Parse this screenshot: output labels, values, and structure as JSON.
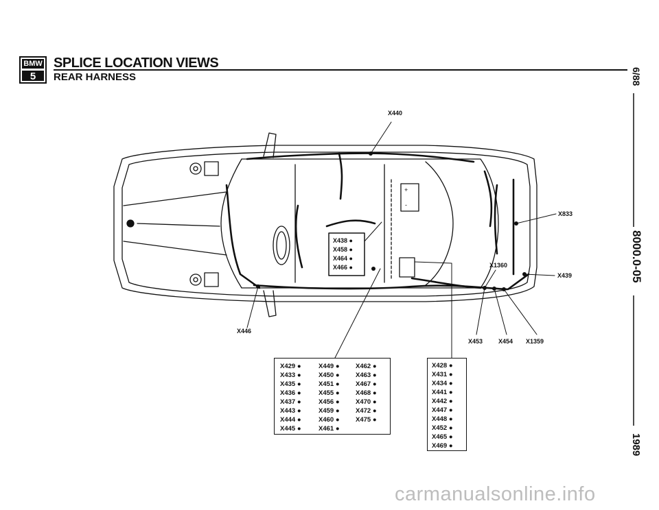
{
  "header": {
    "logo_top": "BMW",
    "logo_bottom": "5",
    "title": "SPLICE LOCATION VIEWS",
    "subtitle": "REAR HARNESS"
  },
  "side": {
    "issue": "6/88",
    "section": "8000.0-05",
    "year": "1989"
  },
  "diagram_labels": {
    "x440": "X440",
    "x833": "X833",
    "x439": "X439",
    "x1360": "X1360",
    "x446": "X446",
    "x453": "X453",
    "x454": "X454",
    "x1359": "X1359"
  },
  "inset_box": [
    "X438 ●",
    "X458 ●",
    "X464 ●",
    "X466 ●"
  ],
  "left_box": {
    "columns": [
      [
        "X429 ●",
        "X433 ●",
        "X435 ●",
        "X436 ●",
        "X437 ●",
        "X443 ●",
        "X444 ●",
        "X445 ●"
      ],
      [
        "X449 ●",
        "X450 ●",
        "X451 ●",
        "X455 ●",
        "X456 ●",
        "X459 ●",
        "X460 ●",
        "X461 ●"
      ],
      [
        "X462 ●",
        "X463 ●",
        "X467 ●",
        "X468 ●",
        "X470 ●",
        "X472 ●",
        "X475 ●"
      ]
    ]
  },
  "right_box": [
    "X428 ●",
    "X431 ●",
    "X434 ●",
    "X441 ●",
    "X442 ●",
    "X447 ●",
    "X448 ●",
    "X452 ●",
    "X465 ●",
    "X469 ●"
  ],
  "watermark": "carmanualsonline.info"
}
